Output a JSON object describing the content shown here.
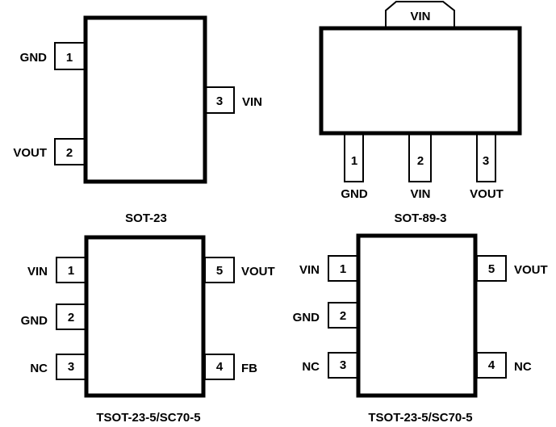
{
  "packages": [
    {
      "caption": "SOT-23",
      "pins": [
        {
          "num": "1",
          "name": "GND"
        },
        {
          "num": "2",
          "name": "VOUT"
        },
        {
          "num": "3",
          "name": "VIN"
        }
      ]
    },
    {
      "caption": "SOT-89-3",
      "tab": "VIN",
      "pins": [
        {
          "num": "1",
          "name": "GND"
        },
        {
          "num": "2",
          "name": "VIN"
        },
        {
          "num": "3",
          "name": "VOUT"
        }
      ]
    },
    {
      "caption": "TSOT-23-5/SC70-5",
      "pins": [
        {
          "num": "1",
          "name": "VIN"
        },
        {
          "num": "2",
          "name": "GND"
        },
        {
          "num": "3",
          "name": "NC"
        },
        {
          "num": "4",
          "name": "FB"
        },
        {
          "num": "5",
          "name": "VOUT"
        }
      ]
    },
    {
      "caption": "TSOT-23-5/SC70-5",
      "pins": [
        {
          "num": "1",
          "name": "VIN"
        },
        {
          "num": "2",
          "name": "GND"
        },
        {
          "num": "3",
          "name": "NC"
        },
        {
          "num": "4",
          "name": "NC"
        },
        {
          "num": "5",
          "name": "VOUT"
        }
      ]
    }
  ]
}
